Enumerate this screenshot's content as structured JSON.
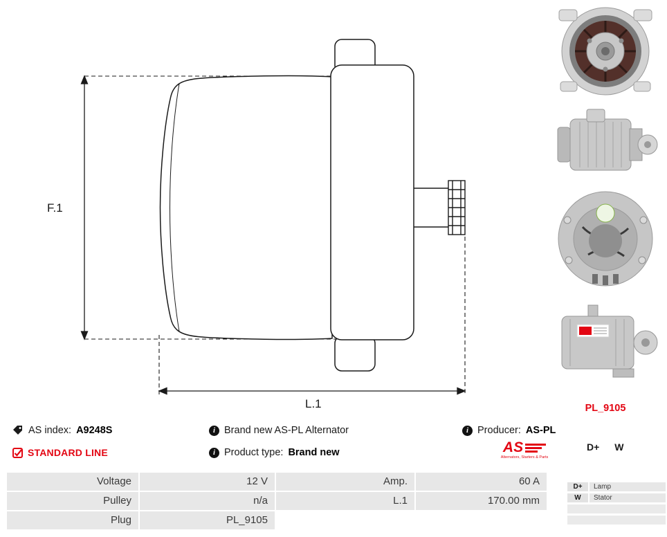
{
  "drawing": {
    "dim_height_label": "F.1",
    "dim_length_label": "L.1"
  },
  "photos": {
    "plug_code": "PL_9105"
  },
  "info": {
    "as_index_label": "AS index:",
    "as_index_value": "A9248S",
    "standard_line_label": "STANDARD LINE",
    "brand_new_text": "Brand new AS-PL Alternator",
    "product_type_label": "Product type:",
    "product_type_value": "Brand new",
    "producer_label": "Producer:",
    "producer_value": "AS-PL",
    "logo_text": "AS",
    "logo_subtext": "Alternators, Starters & Parts"
  },
  "specs": {
    "rows": [
      {
        "c1": "Voltage",
        "c2": "12 V",
        "c3": "Amp.",
        "c4": "60 A"
      },
      {
        "c1": "Pulley",
        "c2": "n/a",
        "c3": "L.1",
        "c4": "170.00 mm"
      },
      {
        "c1": "Plug",
        "c2": "PL_9105",
        "c3": "",
        "c4": ""
      }
    ]
  },
  "terminals": {
    "header_left": "D+",
    "header_right": "W",
    "rows": [
      {
        "code": "D+",
        "desc": "Lamp"
      },
      {
        "code": "W",
        "desc": "Stator"
      }
    ]
  },
  "colors": {
    "accent_red": "#e30613",
    "cell_gray": "#e7e7e7",
    "text_dark": "#3a3a3a"
  }
}
